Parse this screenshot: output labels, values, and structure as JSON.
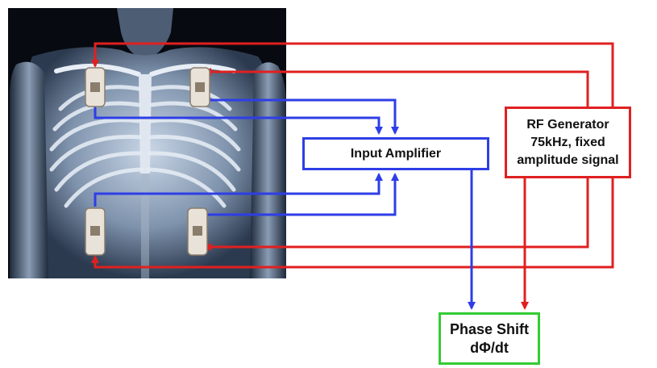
{
  "colors": {
    "rf_line": "#e02020",
    "signal_line": "#2e3ee6",
    "output_box": "#33cc33",
    "photo_background": "#070a10"
  },
  "image": {
    "content": "human torso x-ray with four electrode pads"
  },
  "nodes": {
    "input_amplifier": {
      "label": "Input Amplifier"
    },
    "rf_generator": {
      "lines": [
        "RF Generator",
        "75kHz, fixed",
        "amplitude signal"
      ]
    },
    "phase_shift": {
      "lines": [
        "Phase Shift",
        "dΦ/dt"
      ]
    }
  },
  "connections": [
    {
      "from": "rf_generator",
      "to": "electrode-upper-left",
      "color": "red"
    },
    {
      "from": "rf_generator",
      "to": "electrode-upper-right",
      "color": "red"
    },
    {
      "from": "rf_generator",
      "to": "electrode-lower-left",
      "color": "red"
    },
    {
      "from": "rf_generator",
      "to": "electrode-lower-right",
      "color": "red"
    },
    {
      "from": "rf_generator",
      "to": "phase_shift",
      "color": "red"
    },
    {
      "from": "electrode-upper-left",
      "to": "input_amplifier",
      "color": "blue"
    },
    {
      "from": "electrode-upper-right",
      "to": "input_amplifier",
      "color": "blue"
    },
    {
      "from": "electrode-lower-left",
      "to": "input_amplifier",
      "color": "blue"
    },
    {
      "from": "electrode-lower-right",
      "to": "input_amplifier",
      "color": "blue"
    },
    {
      "from": "input_amplifier",
      "to": "phase_shift",
      "color": "blue"
    }
  ]
}
